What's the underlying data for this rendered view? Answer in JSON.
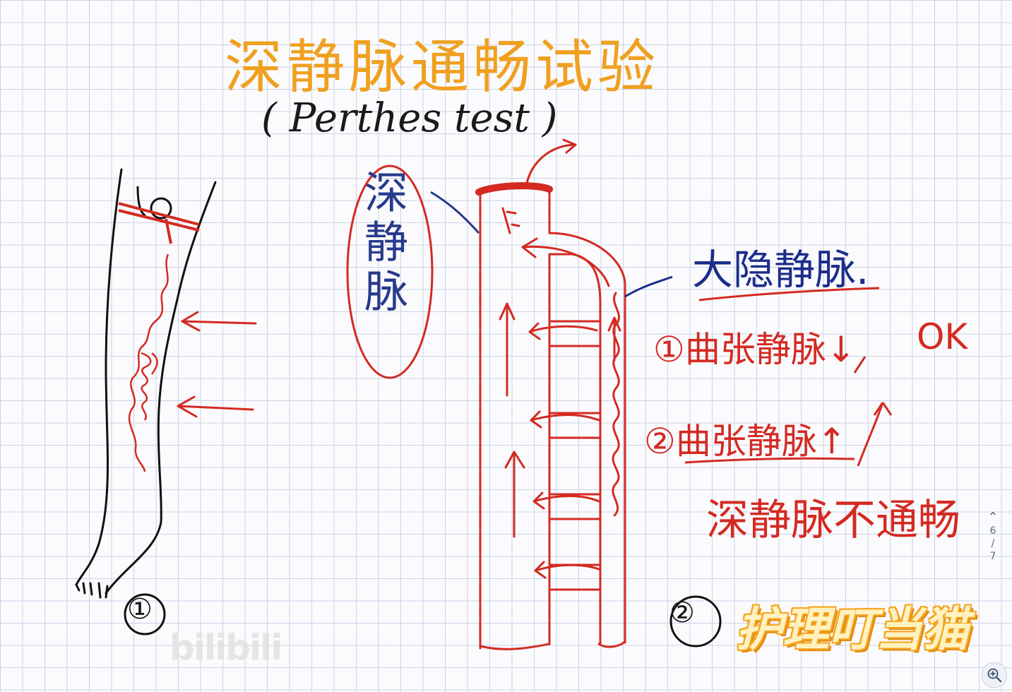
{
  "title": "深静脉通畅试验",
  "subtitle": "( Perthes test )",
  "labels": {
    "deep_vein": "深静脉",
    "great_saphenous_vein": "大隐静脉.",
    "step1": "①曲张静脉↓",
    "ok": "OK",
    "step2": "②曲张静脉↑",
    "conclusion": "深静脉不通畅",
    "figure1": "①",
    "figure2": "②"
  },
  "overlay": {
    "brand": "护理叮当猫",
    "watermark": "bilibili",
    "page_current": "6",
    "page_separator": "/",
    "page_total": "7"
  },
  "icons": {
    "page_up": "chevron-up-icon",
    "zoom": "zoom-in-icon"
  },
  "colors": {
    "title": "#f0a020",
    "ink_red": "#d42a22",
    "ink_blue": "#1c2d8a",
    "ink_black": "#111111",
    "grid": "#c9d3e6"
  }
}
